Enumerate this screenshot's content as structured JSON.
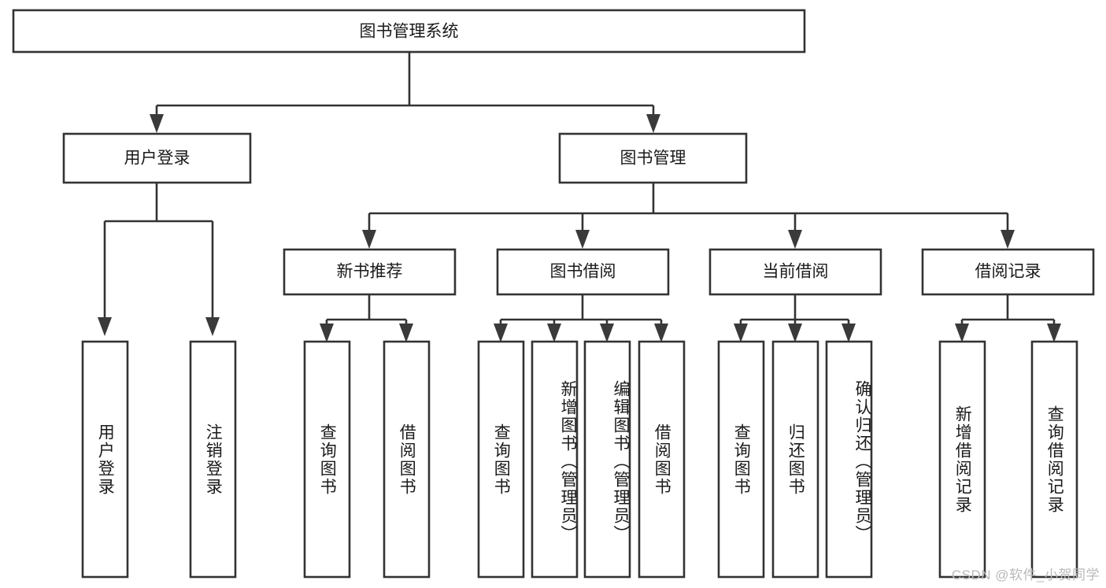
{
  "diagram": {
    "type": "tree",
    "title": "图书管理系统",
    "watermark": "CSDN @软件_小贺同学",
    "colors": {
      "box_fill": "#ffffff",
      "box_stroke": "#333333",
      "arrow": "#3a3a3a",
      "text": "#1a1a1a",
      "watermark": "#b9b9b9"
    },
    "levels": [
      {
        "level": 1,
        "nodes": [
          {
            "id": "root",
            "label": "图书管理系统",
            "orientation": "horizontal"
          }
        ]
      },
      {
        "level": 2,
        "nodes": [
          {
            "id": "user-login",
            "label": "用户登录",
            "orientation": "horizontal",
            "parent": "root"
          },
          {
            "id": "book-manage",
            "label": "图书管理",
            "orientation": "horizontal",
            "parent": "root"
          }
        ]
      },
      {
        "level": 3,
        "nodes": [
          {
            "id": "new-book-rec",
            "label": "新书推荐",
            "orientation": "horizontal",
            "parent": "book-manage"
          },
          {
            "id": "book-borrow",
            "label": "图书借阅",
            "orientation": "horizontal",
            "parent": "book-manage"
          },
          {
            "id": "current-borrow",
            "label": "当前借阅",
            "orientation": "horizontal",
            "parent": "book-manage"
          },
          {
            "id": "borrow-record",
            "label": "借阅记录",
            "orientation": "horizontal",
            "parent": "book-manage"
          }
        ]
      },
      {
        "level": 4,
        "nodes": [
          {
            "id": "leaf-user-login",
            "label": "用户登录",
            "orientation": "vertical",
            "parent": "user-login"
          },
          {
            "id": "leaf-user-logout",
            "label": "注销登录",
            "orientation": "vertical",
            "parent": "user-login"
          },
          {
            "id": "leaf-query-book-1",
            "label": "查询图书",
            "orientation": "vertical",
            "parent": "new-book-rec"
          },
          {
            "id": "leaf-borrow-book-1",
            "label": "借阅图书",
            "orientation": "vertical",
            "parent": "new-book-rec"
          },
          {
            "id": "leaf-query-book-2",
            "label": "查询图书",
            "orientation": "vertical",
            "parent": "book-borrow"
          },
          {
            "id": "leaf-add-book",
            "label": "新增图书（管理员）",
            "orientation": "vertical",
            "parent": "book-borrow"
          },
          {
            "id": "leaf-edit-book",
            "label": "编辑图书（管理员）",
            "orientation": "vertical",
            "parent": "book-borrow"
          },
          {
            "id": "leaf-borrow-book-2",
            "label": "借阅图书",
            "orientation": "vertical",
            "parent": "book-borrow"
          },
          {
            "id": "leaf-query-book-3",
            "label": "查询图书",
            "orientation": "vertical",
            "parent": "current-borrow"
          },
          {
            "id": "leaf-return-book",
            "label": "归还图书",
            "orientation": "vertical",
            "parent": "current-borrow"
          },
          {
            "id": "leaf-confirm-return",
            "label": "确认归还（管理员）",
            "orientation": "vertical",
            "parent": "current-borrow"
          },
          {
            "id": "leaf-add-record",
            "label": "新增借阅记录",
            "orientation": "vertical",
            "parent": "borrow-record"
          },
          {
            "id": "leaf-query-record",
            "label": "查询借阅记录",
            "orientation": "vertical",
            "parent": "borrow-record"
          }
        ]
      }
    ]
  }
}
